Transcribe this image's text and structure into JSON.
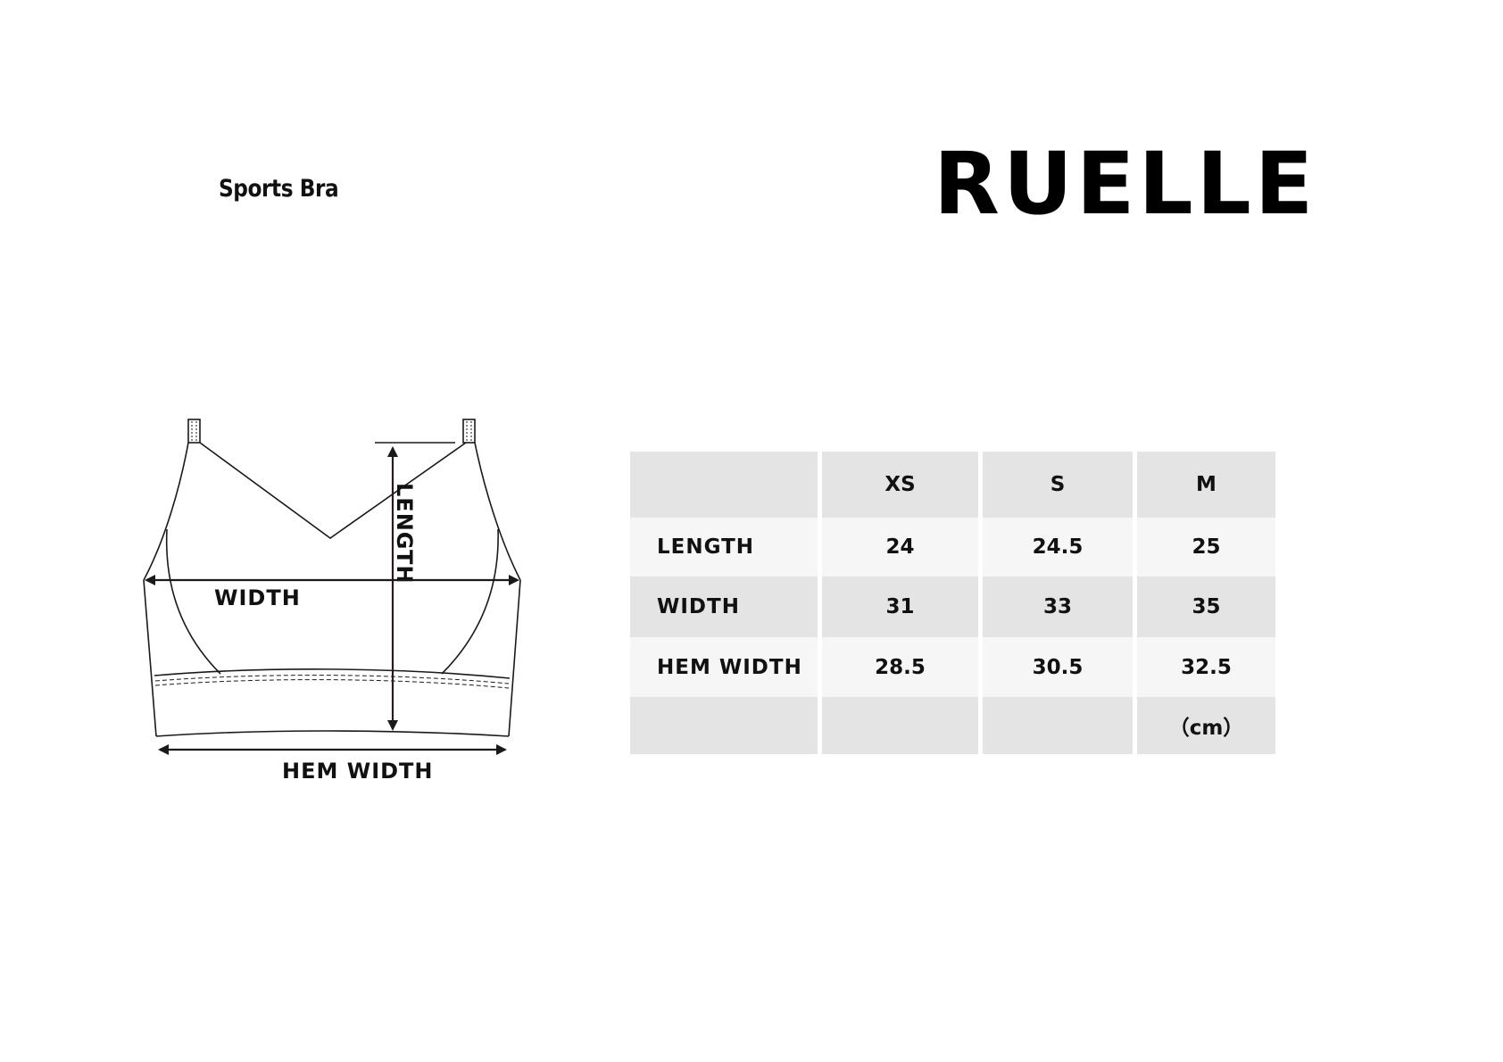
{
  "product": {
    "name": "Sports Bra"
  },
  "brand": {
    "logo_text": "RUELLE"
  },
  "diagram": {
    "labels": {
      "length": "LENGTH",
      "width": "WIDTH",
      "hem_width": "HEM WIDTH"
    },
    "colors": {
      "outline": "#1a1a1a",
      "arrow": "#2a1a1a"
    }
  },
  "size_table": {
    "columns": [
      "",
      "XS",
      "S",
      "M"
    ],
    "rows": [
      {
        "label": "LENGTH",
        "values": [
          "24",
          "24.5",
          "25"
        ]
      },
      {
        "label": "WIDTH",
        "values": [
          "31",
          "33",
          "35"
        ]
      },
      {
        "label": "HEM WIDTH",
        "values": [
          "28.5",
          "30.5",
          "32.5"
        ]
      }
    ],
    "unit": "（cm）",
    "colors": {
      "dark_row": "#e4e4e4",
      "light_row": "#f6f6f6"
    }
  }
}
